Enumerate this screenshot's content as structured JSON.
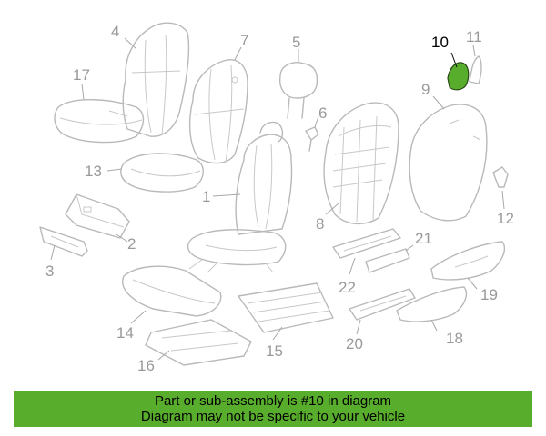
{
  "diagram": {
    "highlight_color": "#58ad2c",
    "callouts": {
      "c1": "1",
      "c2": "2",
      "c3": "3",
      "c4": "4",
      "c5": "5",
      "c6": "6",
      "c7": "7",
      "c8": "8",
      "c9": "9",
      "c10": "10",
      "c11": "11",
      "c12": "12",
      "c13": "13",
      "c14": "14",
      "c15": "15",
      "c16": "16",
      "c17": "17",
      "c18": "18",
      "c19": "19",
      "c20": "20",
      "c21": "21",
      "c22": "22"
    },
    "highlighted_part": "10"
  },
  "banner": {
    "line1": "Part or sub-assembly is #10 in diagram",
    "line2": "Diagram may not be specific to your vehicle",
    "background": "#58ad2c"
  }
}
